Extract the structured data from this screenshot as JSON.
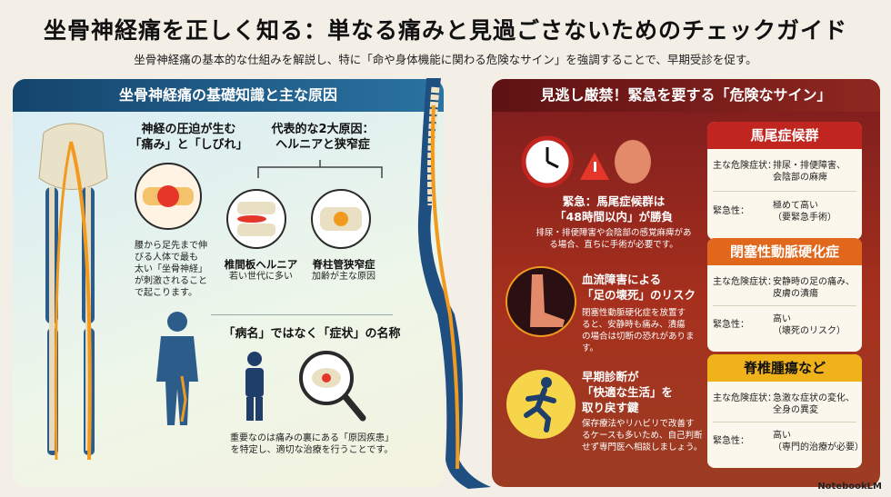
{
  "title": "坐骨神経痛を正しく知る：単なる痛みと見過ごさないためのチェックガイド",
  "subtitle": "坐骨神経痛の基本的な仕組みを解説し、特に「命や身体機能に関わる危険なサイン」を強調することで、早期受診を促す。",
  "left": {
    "header": "坐骨神経痛の基礎知識と主な原因",
    "compression_title": "神経の圧迫が生む\n「痛み」と「しびれ」",
    "causes_title": "代表的な2大原因：\nヘルニアと狭窄症",
    "nerve_desc": "腰から足先まで伸\nびる人体で最も\n太い「坐骨神経」\nが刺激されること\nで起こります。",
    "hernia_label": "椎間板ヘルニア",
    "hernia_sub": "若い世代に多い",
    "stenosis_label": "脊柱管狭窄症",
    "stenosis_sub": "加齢が主な原因",
    "name_title": "「病名」ではなく「症状」の名称",
    "name_desc": "重要なのは痛みの裏にある「原因疾患」\nを特定し、適切な治療を行うことです。"
  },
  "right": {
    "header": "見逃し厳禁！緊急を要する「危険なサイン」",
    "urgent_title": "緊急：馬尾症候群は\n「48時間以内」が勝負",
    "urgent_desc": "排尿・排便障害や会陰部の感覚麻痺があ\nる場合、直ちに手術が必要です。",
    "blood_title": "血流障害による\n「足の壊死」のリスク",
    "blood_desc": "閉塞性動脈硬化症を放置す\nると、安静時も痛み、潰瘍\nの場合は切断の恐れがあります。",
    "early_title": "早期診断が\n「快適な生活」を\n取り戻す鍵",
    "early_desc": "保存療法やリハビリで改善す\nるケースも多いため、自己判断\nせず専門医へ相談しましょう。",
    "cards": [
      {
        "title": "馬尾症候群",
        "symptom_label": "主な危険症状：",
        "symptom": "排尿・排便障害、\n会陰部の麻痺",
        "urgency_label": "緊急性：",
        "urgency": "極めて高い\n（要緊急手術）",
        "color": "#c0261f"
      },
      {
        "title": "閉塞性動脈硬化症",
        "symptom_label": "主な危険症状：",
        "symptom": "安静時の足の痛み、\n皮膚の潰瘍",
        "urgency_label": "緊急性：",
        "urgency": "高い\n（壊死のリスク）",
        "color": "#e0671c"
      },
      {
        "title": "脊椎腫瘍など",
        "symptom_label": "主な危険症状：",
        "symptom": "急激な症状の変化、\n全身の異変",
        "urgency_label": "緊急性：",
        "urgency": "高い\n（専門的治療が必要）",
        "color": "#f0b21a"
      }
    ]
  },
  "footer": "NotebookLM"
}
